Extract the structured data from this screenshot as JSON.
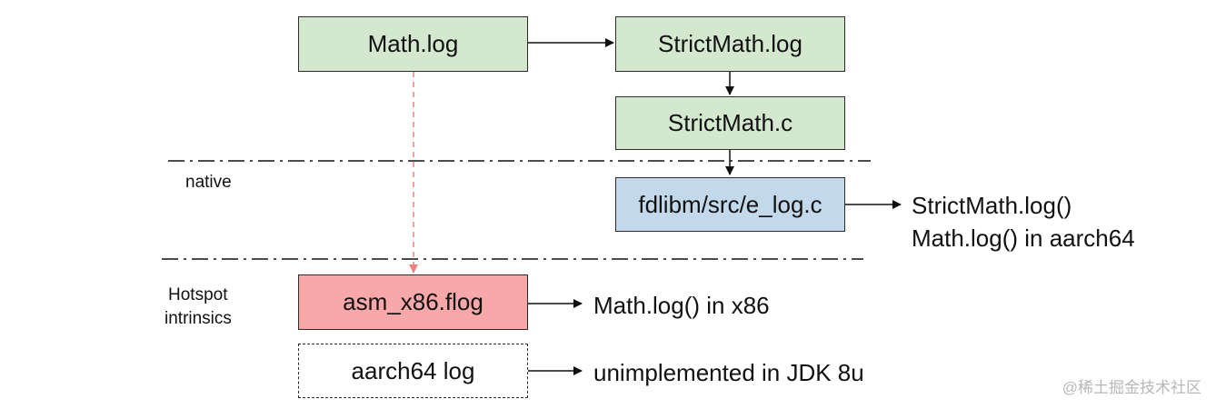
{
  "boxes": {
    "math_log": "Math.log",
    "strictmath_log": "StrictMath.log",
    "strictmath_c": "StrictMath.c",
    "fdlibm": "fdlibm/src/e_log.c",
    "asm_x86": "asm_x86.flog",
    "aarch64": "aarch64 log"
  },
  "zones": {
    "native": "native",
    "hotspot_line1": "Hotspot",
    "hotspot_line2": "intrinsics"
  },
  "outputs": {
    "fdlibm_line1": "StrictMath.log()",
    "fdlibm_line2": "Math.log() in aarch64",
    "x86": "Math.log() in x86",
    "aarch64": "unimplemented in JDK 8u"
  },
  "watermark": "@稀土掘金技术社区",
  "colors": {
    "java_box": "#d4e8d0",
    "native_box": "#c3d8ea",
    "intrinsic_box": "#f8a8a8",
    "dashed_arrow": "#f08080"
  }
}
